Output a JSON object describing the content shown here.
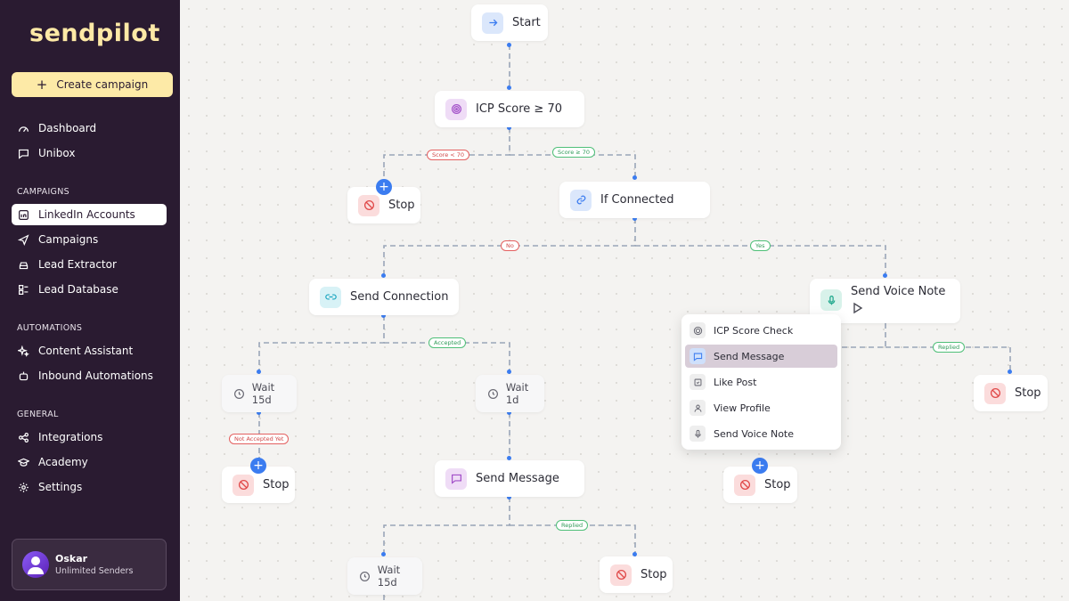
{
  "sidebar": {
    "logo": "sendpilot",
    "create_button": "Create campaign",
    "top_items": [
      {
        "label": "Dashboard",
        "icon": "gauge-icon"
      },
      {
        "label": "Unibox",
        "icon": "chat-icon"
      }
    ],
    "sections": [
      {
        "title": "CAMPAIGNS",
        "items": [
          {
            "label": "LinkedIn Accounts",
            "icon": "linkedin-icon",
            "active": true
          },
          {
            "label": "Campaigns",
            "icon": "send-icon"
          },
          {
            "label": "Lead Extractor",
            "icon": "car-icon"
          },
          {
            "label": "Lead Database",
            "icon": "database-icon"
          }
        ]
      },
      {
        "title": "AUTOMATIONS",
        "items": [
          {
            "label": "Content Assistant",
            "icon": "sparkle-icon"
          },
          {
            "label": "Inbound Automations",
            "icon": "bot-icon"
          }
        ]
      },
      {
        "title": "GENERAL",
        "items": [
          {
            "label": "Integrations",
            "icon": "share-icon"
          },
          {
            "label": "Academy",
            "icon": "graduation-cap-icon"
          },
          {
            "label": "Settings",
            "icon": "gear-icon"
          }
        ]
      }
    ],
    "user": {
      "name": "Oskar",
      "plan": "Unlimited Senders"
    }
  },
  "flow": {
    "nodes": {
      "start": "Start",
      "icp": "ICP Score ≥ 70",
      "stop1": "Stop",
      "if_connected": "If Connected",
      "send_connection": "Send Connection",
      "send_voice": "Send Voice Note",
      "wait15_a": "Wait 15d",
      "wait1": "Wait 1d",
      "stop2": "Stop",
      "send_message": "Send Message",
      "stop3": "Stop",
      "stop4": "Stop",
      "wait15_b": "Wait 15d",
      "stop5": "Stop"
    },
    "labels": {
      "score_lt": "Score < 70",
      "score_ge": "Score ≥ 70",
      "no": "No",
      "yes": "Yes",
      "accepted": "Accepted",
      "not_accepted": "Not Accepted Yet",
      "replied1": "Replied",
      "replied2": "Replied"
    },
    "menu": [
      {
        "label": "ICP Score Check",
        "icon": "target-icon"
      },
      {
        "label": "Send Message",
        "icon": "message-icon",
        "highlighted": true
      },
      {
        "label": "Like Post",
        "icon": "like-icon"
      },
      {
        "label": "View Profile",
        "icon": "user-icon"
      },
      {
        "label": "Send Voice Note",
        "icon": "mic-icon"
      }
    ]
  },
  "colors": {
    "sidebar_bg": "#2a1b31",
    "accent_yellow": "#fdeaa7",
    "edge": "#9aa6b8",
    "dot_blue": "#3b7cf0",
    "stop_red": "#e46060",
    "branch_green": "#4fbf78"
  }
}
